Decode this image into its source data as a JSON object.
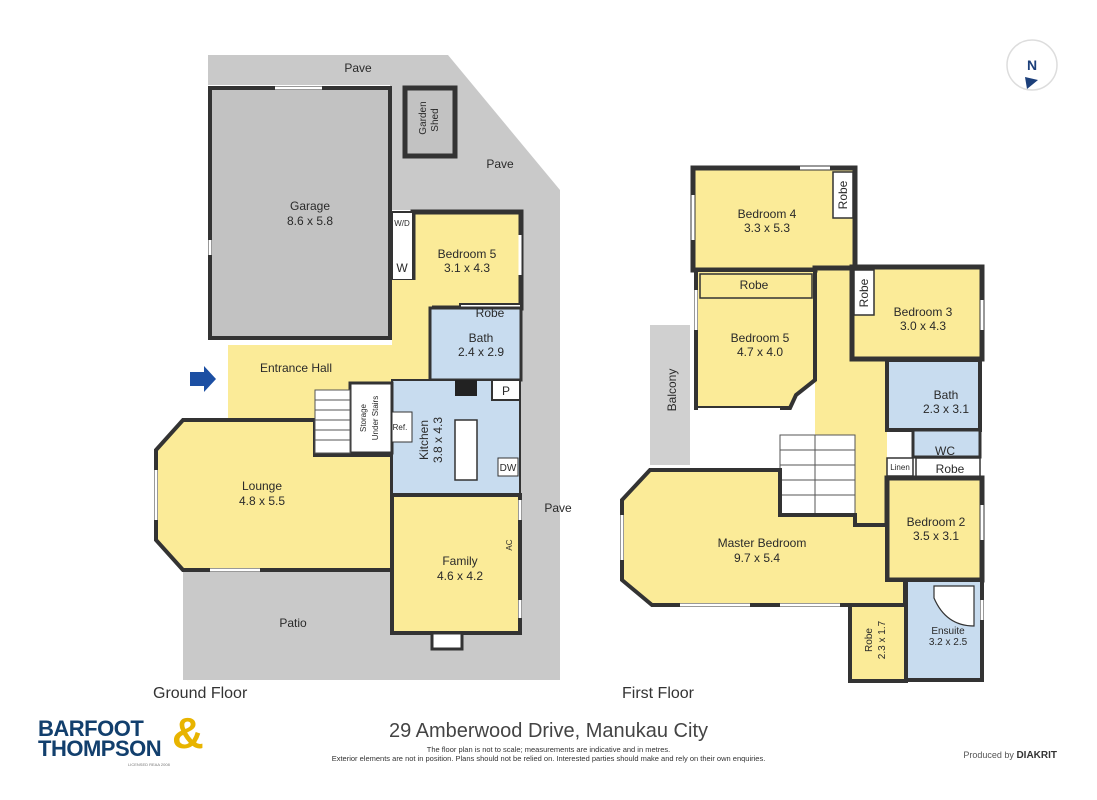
{
  "address": "29 Amberwood Drive, Manukau City",
  "disclaimer_line1": "The floor plan is not to scale; measurements are indicative and in metres.",
  "disclaimer_line2": "Exterior elements are not in position. Plans should not be relied on. Interested parties should make and rely on their own enquiries.",
  "produced_by_prefix": "Produced by",
  "produced_by_brand": "DIAKRIT",
  "logo": {
    "line1": "BARFOOT",
    "line2": "THOMPSON",
    "symbol": "&",
    "licence": "LICENSED REAA 2008"
  },
  "compass": "N",
  "colors": {
    "room": "#fbeb98",
    "wet": "#c8dcef",
    "exterior": "#c8c8c8",
    "wall": "#333333",
    "entry_arrow": "#1c4fa3"
  },
  "ground_floor": {
    "title": "Ground Floor",
    "pave_top": "Pave",
    "pave_mid": "Pave",
    "pave_right": "Pave",
    "garden_shed": {
      "line1": "Garden",
      "line2": "Shed"
    },
    "garage": {
      "name": "Garage",
      "dims": "8.6 x 5.8"
    },
    "wd": "W/D",
    "w": "W",
    "bedroom5": {
      "name": "Bedroom 5",
      "dims": "3.1 x 4.3"
    },
    "robe": "Robe",
    "bath": {
      "name": "Bath",
      "dims": "2.4 x 2.9"
    },
    "entrance_hall": "Entrance Hall",
    "storage": {
      "line1": "Storage",
      "line2": "Under Stairs"
    },
    "ref": "Ref.",
    "pantry": "P",
    "kitchen": {
      "name": "Kitchen",
      "dims": "3.8 x 4.3"
    },
    "dw": "DW",
    "lounge": {
      "name": "Lounge",
      "dims": "4.8 x 5.5"
    },
    "family": {
      "name": "Family",
      "dims": "4.6 x 4.2"
    },
    "ac": "AC",
    "patio": "Patio"
  },
  "first_floor": {
    "title": "First Floor",
    "bedroom4": {
      "name": "Bedroom 4",
      "dims": "3.3 x 5.3"
    },
    "robe_b4": "Robe",
    "robe_b5": "Robe",
    "bedroom5": {
      "name": "Bedroom 5",
      "dims": "4.7 x 4.0"
    },
    "robe_b3": "Robe",
    "bedroom3": {
      "name": "Bedroom 3",
      "dims": "3.0 x 4.3"
    },
    "balcony": "Balcony",
    "bath": {
      "name": "Bath",
      "dims": "2.3 x 3.1"
    },
    "wc": "WC",
    "linen": "Linen",
    "robe_b2": "Robe",
    "master": {
      "name": "Master Bedroom",
      "dims": "9.7 x 5.4"
    },
    "bedroom2": {
      "name": "Bedroom 2",
      "dims": "3.5 x 3.1"
    },
    "robe_master": {
      "name": "Robe",
      "dims": "2.3 x 1.7"
    },
    "ensuite": {
      "name": "Ensuite",
      "dims": "3.2 x 2.5"
    }
  }
}
